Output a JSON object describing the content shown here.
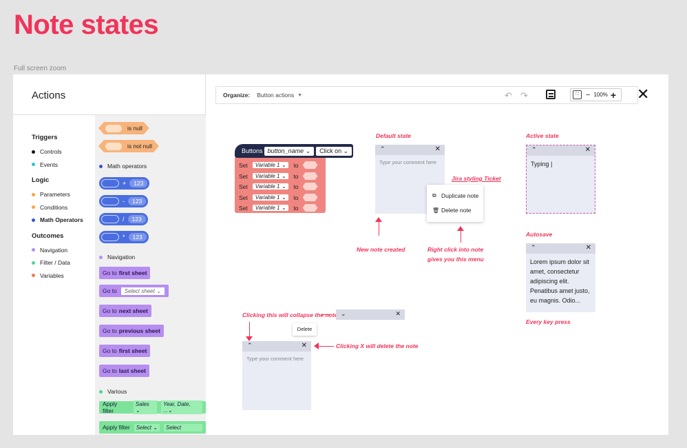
{
  "page": {
    "title": "Note states",
    "caption": "Full screen zoom"
  },
  "panel": {
    "title": "Actions"
  },
  "nav": {
    "groups": [
      {
        "heading": "Triggers",
        "items": [
          {
            "label": "Controls",
            "color": "#111111"
          },
          {
            "label": "Events",
            "color": "#2ec4c4"
          }
        ]
      },
      {
        "heading": "Logic",
        "items": [
          {
            "label": "Parameters",
            "color": "#f5a742"
          },
          {
            "label": "Conditions",
            "color": "#f5a742"
          },
          {
            "label": "Math Operators",
            "color": "#3355cc"
          }
        ]
      },
      {
        "heading": "Outcomes",
        "items": [
          {
            "label": "Navigation",
            "color": "#b68ef0"
          },
          {
            "label": "Filter / Data",
            "color": "#4fd68a"
          },
          {
            "label": "Variables",
            "color": "#f07a5a"
          }
        ]
      }
    ]
  },
  "palette": {
    "is_null": "is null",
    "is_not_null": "is not null",
    "math_operators": "Math operators",
    "ops": [
      "+",
      "-",
      "/",
      "*"
    ],
    "num": "123",
    "navigation": "Navigation",
    "goto": "Go to",
    "first_sheet": "first sheet",
    "select_sheet": "Select sheet",
    "next_sheet": "next sheet",
    "previous_sheet": "previous sheet",
    "last_sheet": "last sheet",
    "various": "Various",
    "apply_filter": "Apply filter",
    "sales": "Sales",
    "year_date": "Year, Date, ...",
    "select": "Select",
    "select2": "Select",
    "caret": "⌄"
  },
  "toolbar": {
    "organize_label": "Organize:",
    "organize_value": "Button actions",
    "zoom": "100%"
  },
  "button_block": {
    "label": "Buttons",
    "name_field": "button_name",
    "event": "Click on",
    "rows": [
      {
        "set": "Set",
        "var": "Variable 1",
        "to": "to"
      },
      {
        "set": "Set",
        "var": "Variable 1",
        "to": "to"
      },
      {
        "set": "Set",
        "var": "Variable 1",
        "to": "to"
      },
      {
        "set": "Set",
        "var": "Variable 1",
        "to": "to"
      },
      {
        "set": "Set",
        "var": "Variable 1",
        "to": "to"
      }
    ]
  },
  "notes": {
    "default_state": "Default state",
    "placeholder": "Type your comment here",
    "jira": "Jira styling Ticket",
    "menu_duplicate": "Duplicate note",
    "menu_delete": "Delete note",
    "new_note_created": "New note created",
    "right_click_1": "Right click into note",
    "right_click_2": "gives you this menu",
    "active_state": "Active state",
    "typing": "Typing |",
    "autosave": "Autosave",
    "lorem": "Lorem ipsum dolor sit amet, consectetur adipiscing elit. Penatibus amet justo, eu magnis. Odio...",
    "every_key": "Every key press",
    "collapse_hint": "Clicking this will collapse the note",
    "delete_tooltip": "Delete",
    "delete_hint": "Clicking X will delete the note",
    "chev_up": "⌃",
    "chev_down": "⌄",
    "x": "✕"
  }
}
